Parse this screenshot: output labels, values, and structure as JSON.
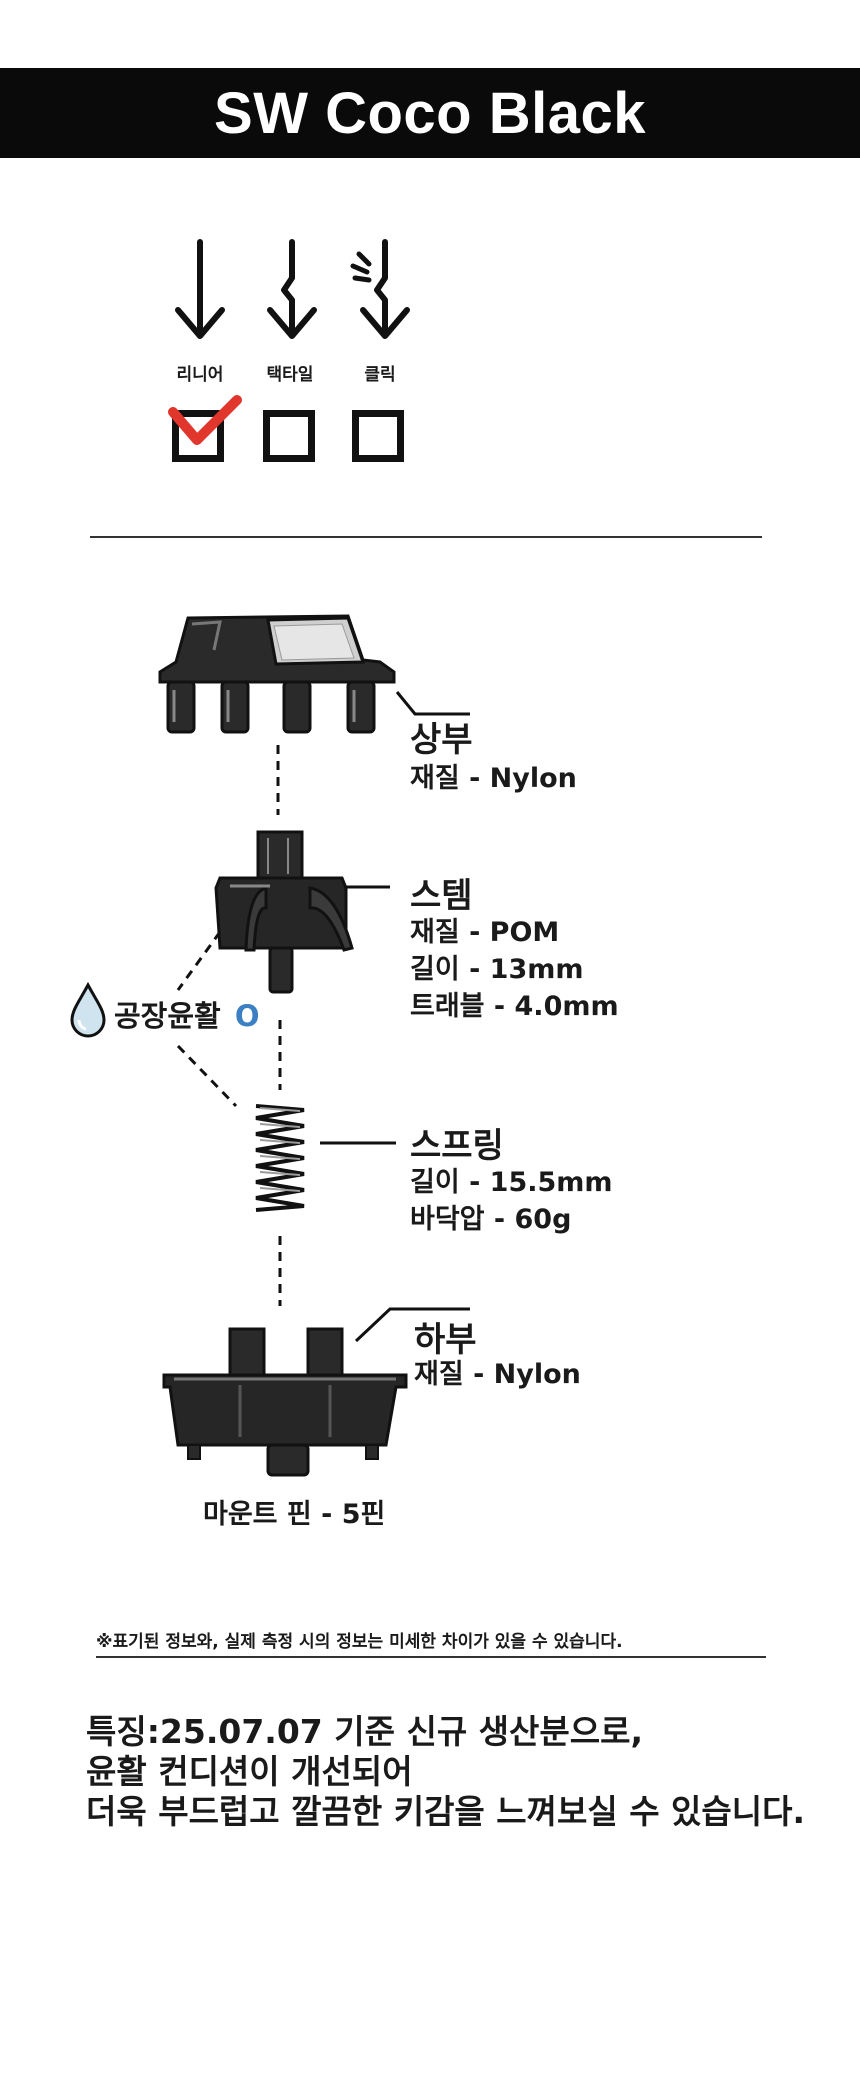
{
  "title": "SW Coco Black",
  "switch_types": [
    {
      "label": "리니어",
      "checked": true,
      "icon": "linear-arrow-icon"
    },
    {
      "label": "택타일",
      "checked": false,
      "icon": "tactile-arrow-icon"
    },
    {
      "label": "클릭",
      "checked": false,
      "icon": "clicky-arrow-icon"
    }
  ],
  "parts": {
    "top": {
      "name": "상부",
      "specs": [
        "재질 - Nylon"
      ]
    },
    "stem": {
      "name": "스템",
      "specs": [
        "재질 - POM",
        "길이 - 13mm",
        "트래블 - 4.0mm"
      ]
    },
    "spring": {
      "name": "스프링",
      "specs": [
        "길이 - 15.5mm",
        "바닥압 - 60g"
      ]
    },
    "bottom": {
      "name": "하부",
      "specs": [
        "재질 - Nylon"
      ]
    }
  },
  "lube": {
    "label": "공장윤활",
    "mark": "O",
    "mark_color": "#3b7fc4"
  },
  "mount": "마운트 핀 - 5핀",
  "disclaimer": "※표기된 정보와, 실제 측정 시의 정보는 미세한 차이가 있을 수 있습니다.",
  "feature_lines": [
    "특징:25.07.07 기준 신규 생산분으로,",
    "윤활 컨디션이 개선되어",
    "더욱 부드럽고 깔끔한 키감을 느껴보실 수 있습니다."
  ],
  "colors": {
    "check": "#e0362c",
    "header_bg": "#0a0a0a",
    "lube_drop": "#cfe4ee"
  }
}
